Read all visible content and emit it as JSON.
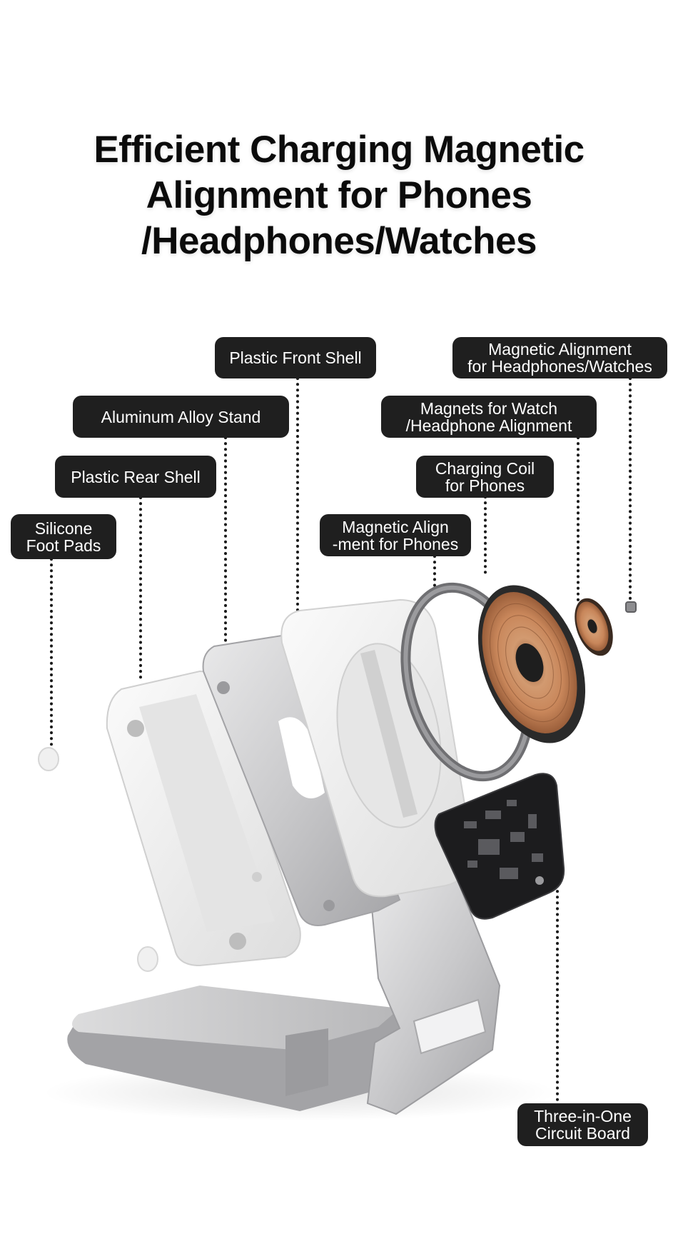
{
  "title": {
    "line1": "Efficient Charging Magnetic",
    "line2": "Alignment for Phones",
    "line3": "/Headphones/Watches"
  },
  "labels": {
    "front_shell": {
      "line1": "Plastic Front Shell"
    },
    "alloy_stand": {
      "line1": "Aluminum Alloy Stand"
    },
    "rear_shell": {
      "line1": "Plastic Rear Shell"
    },
    "foot_pads": {
      "line1": "Silicone",
      "line2": "Foot Pads"
    },
    "mag_headphones_watches": {
      "line1": "Magnetic Alignment",
      "line2": "for Headphones/Watches"
    },
    "magnets_watch": {
      "line1": "Magnets for Watch",
      "line2": "/Headphone Alignment"
    },
    "charging_coil": {
      "line1": "Charging Coil",
      "line2": "for Phones"
    },
    "mag_phones": {
      "line1": "Magnetic Align",
      "line2": "-ment for Phones"
    },
    "circuit_board": {
      "line1": "Three-in-One",
      "line2": "Circuit Board"
    }
  },
  "colors": {
    "label_bg": "#1f1f1f",
    "label_text": "#ffffff",
    "title_text": "#0b0b0b",
    "copper": "#c8865a"
  }
}
